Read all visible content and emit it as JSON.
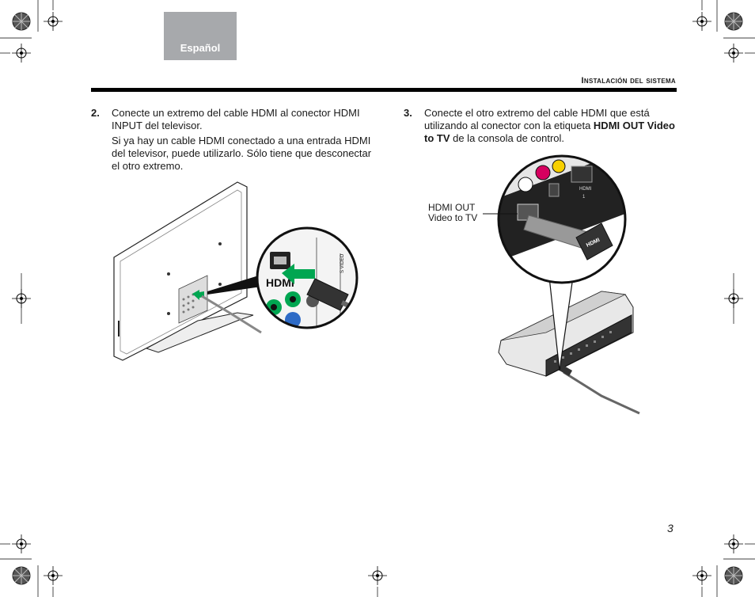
{
  "header": {
    "language_tab": "Español",
    "section_title": "Instalación del sistema"
  },
  "step2": {
    "number": "2.",
    "text": "Conecte un extremo del cable HDMI al conector HDMI INPUT del televisor.",
    "note": "Si ya hay un cable HDMI conectado a una entrada HDMI del televisor, puede utilizarlo. Sólo tiene que desconectar el otro extremo.",
    "figure_labels": {
      "hdmi_logo": "HDMI",
      "svideo": "S VIDEO"
    }
  },
  "step3": {
    "number": "3.",
    "text_before": "Conecte el otro extremo del cable HDMI que está utilizando al conector con la etiqueta ",
    "text_bold": "HDMI OUT Video to TV",
    "text_after": " de la consola de control.",
    "callout_line1": "HDMI OUT",
    "callout_line2": "Video to TV",
    "figure_labels": {
      "plug_logo": "HDMI",
      "port_label": "HDMI",
      "port_number": "1"
    }
  },
  "footer": {
    "page_number": "3"
  },
  "colors": {
    "tab_gray": "#a7a9ac",
    "arrow_green": "#00a651",
    "ink": "#1a1a1a"
  }
}
